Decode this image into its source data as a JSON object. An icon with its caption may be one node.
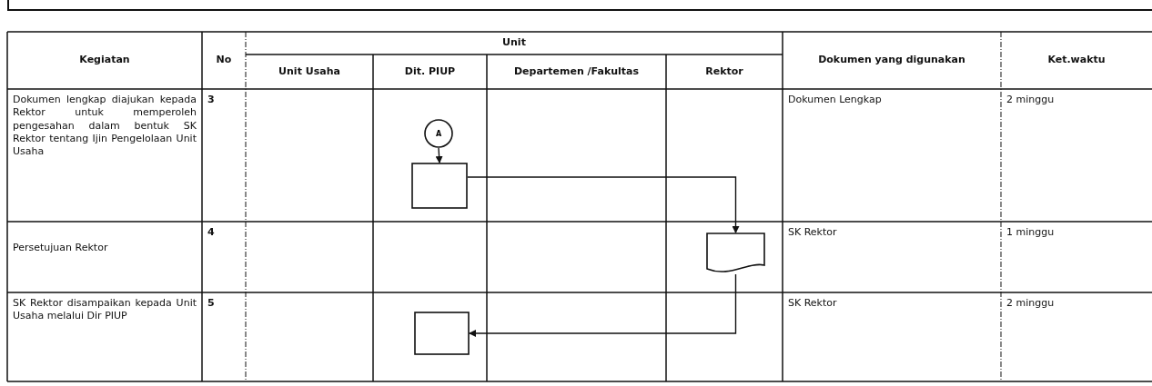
{
  "diagram": {
    "nodes": [
      {
        "text": [
          "A"
        ]
      },
      {
        "text": [],
        "shape": "box"
      },
      {
        "text": [],
        "shape": "document"
      },
      {
        "text": [],
        "shape": "box"
      }
    ],
    "edges": [
      {
        "from": 0,
        "to": 1,
        "arrow": "to"
      },
      {
        "from": 1,
        "to": 2,
        "arrow": "to"
      },
      {
        "from": 2,
        "to": 3,
        "arrow": "to"
      }
    ],
    "labels": [
      "Unit",
      "Kegiatan",
      "No",
      "Dokumen yang digunakan",
      "Ket.waktu",
      "Unit Usaha",
      "Dit. PIUP",
      "Departemen /Fakultas",
      "Rektor",
      "Dokumen lengkap diajukan kepada Rektor untuk memperoleh pengesahan dalam bentuk SK Rektor tentang Ijin Pengelolaan Unit Usaha",
      "3",
      "Dokumen Lengkap",
      "2 minggu",
      "Persetujuan Rektor",
      "4",
      "SK Rektor",
      "1 minggu",
      "SK Rektor disampaikan kepada Unit Usaha melalui Dir PIUP",
      "5",
      "SK Rektor",
      "2 minggu"
    ]
  }
}
